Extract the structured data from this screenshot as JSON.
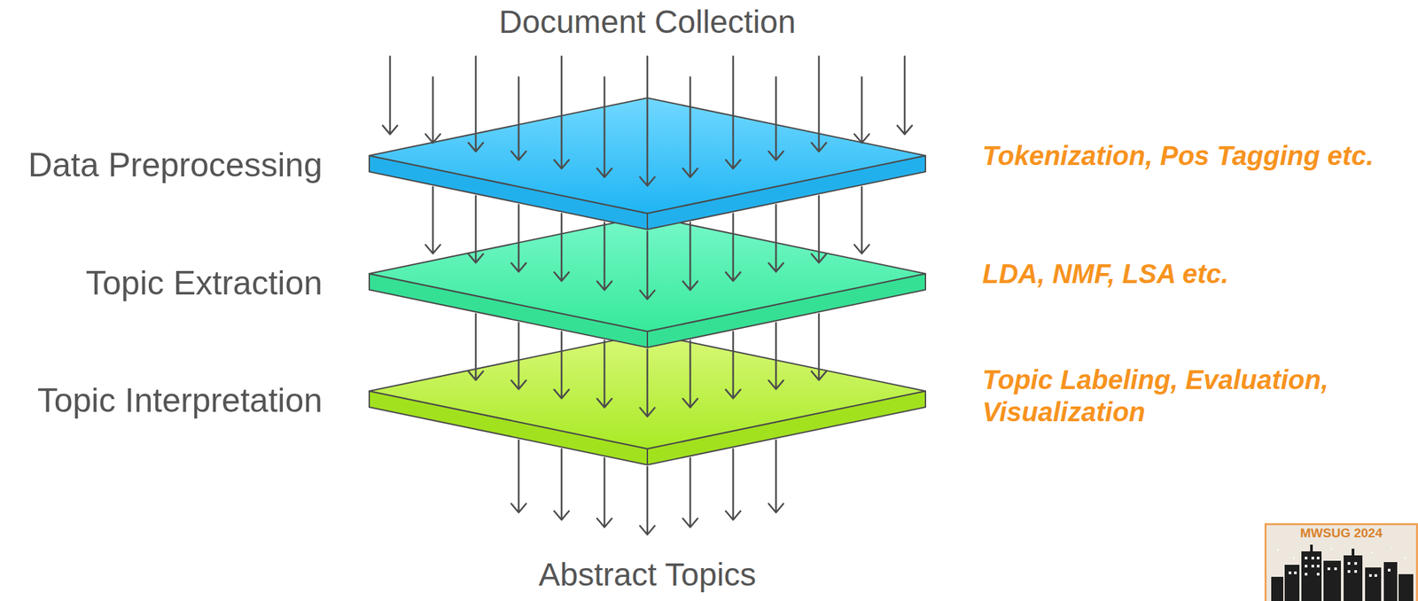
{
  "diagram": {
    "nodes": [
      {
        "text": [
          "Data Preprocessing"
        ]
      },
      {
        "text": [
          "Topic Extraction"
        ]
      },
      {
        "text": [
          "Topic Interpretation"
        ]
      }
    ],
    "edges": [
      {
        "from": 0,
        "to": 1,
        "arrow": "to"
      },
      {
        "from": 1,
        "to": 2,
        "arrow": "to"
      }
    ],
    "labels": [
      "Document Collection",
      "Tokenization, Pos Tagging etc.",
      "LDA, NMF, LSA etc.",
      "Topic Labeling, Evaluation, Visualization",
      "Abstract Topics",
      "MWSUG 2024"
    ]
  }
}
